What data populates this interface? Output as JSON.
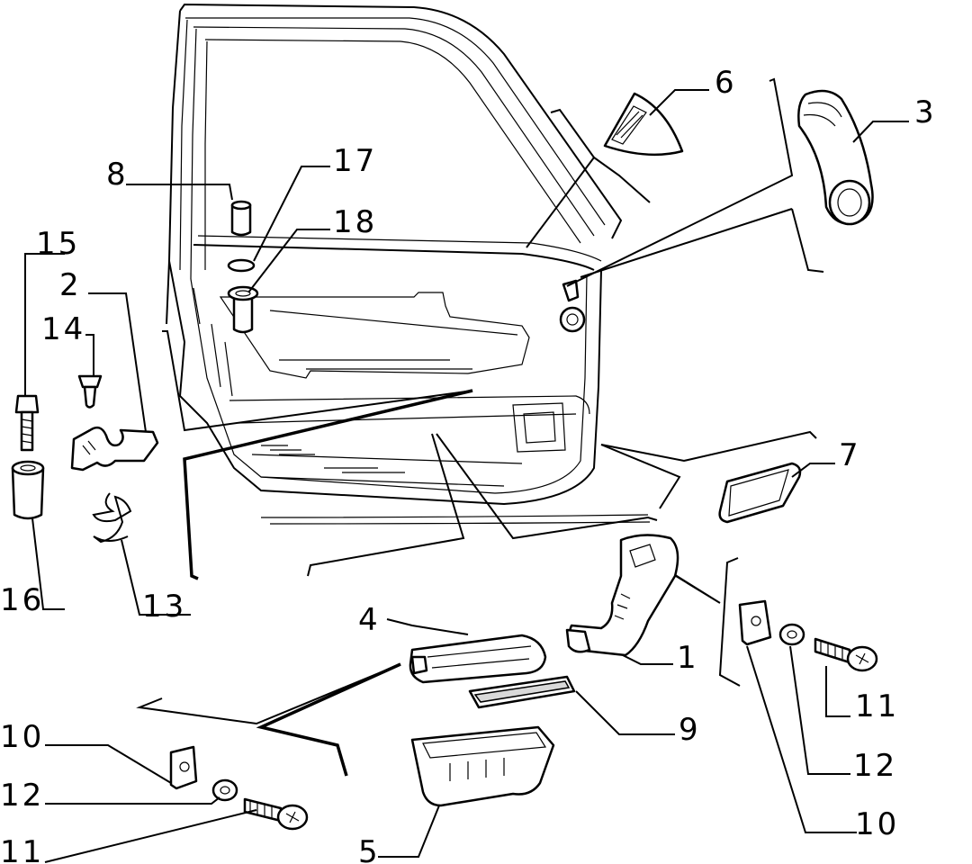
{
  "callouts": {
    "c1": "1",
    "c2": "2",
    "c3": "3",
    "c4": "4",
    "c5": "5",
    "c6": "6",
    "c7": "7",
    "c8": "8",
    "c9": "9",
    "c10a": "10",
    "c10b": "10",
    "c11a": "11",
    "c11b": "11",
    "c12a": "12",
    "c12b": "12",
    "c13": "13",
    "c14": "14",
    "c15": "15",
    "c16": "16",
    "c17": "17",
    "c18": "18"
  }
}
